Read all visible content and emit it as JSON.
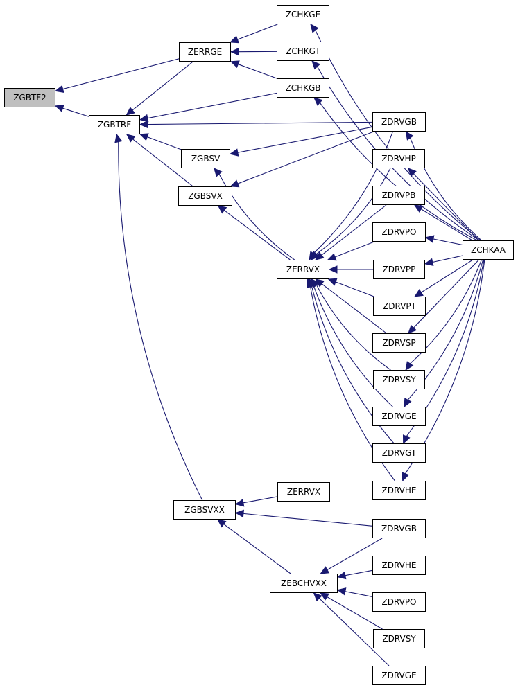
{
  "diagram": {
    "type": "call-graph",
    "edge_color": "#191970",
    "root_fill": "#bfbfbf",
    "node_fill": "#ffffff",
    "nodes": [
      {
        "id": "n0",
        "label": "ZGBTF2",
        "root": true
      },
      {
        "id": "n1",
        "label": "ZERRGE"
      },
      {
        "id": "n2",
        "label": "ZGBTRF"
      },
      {
        "id": "n3",
        "label": "ZCHKGE"
      },
      {
        "id": "n4",
        "label": "ZCHKGT"
      },
      {
        "id": "n5",
        "label": "ZCHKGB"
      },
      {
        "id": "n6",
        "label": "ZCHKAA"
      },
      {
        "id": "n7",
        "label": "ZDRVGB"
      },
      {
        "id": "n8",
        "label": "ZGBSV"
      },
      {
        "id": "n9",
        "label": "ZGBSVX"
      },
      {
        "id": "n10",
        "label": "ZERRVX"
      },
      {
        "id": "n11",
        "label": "ZDRVHP"
      },
      {
        "id": "n12",
        "label": "ZDRVPB"
      },
      {
        "id": "n13",
        "label": "ZDRVPO"
      },
      {
        "id": "n14",
        "label": "ZDRVPP"
      },
      {
        "id": "n15",
        "label": "ZDRVPT"
      },
      {
        "id": "n16",
        "label": "ZDRVSP"
      },
      {
        "id": "n17",
        "label": "ZDRVSY"
      },
      {
        "id": "n18",
        "label": "ZDRVGE"
      },
      {
        "id": "n19",
        "label": "ZDRVGT"
      },
      {
        "id": "n20",
        "label": "ZDRVHE"
      },
      {
        "id": "n21",
        "label": "ZGBSVXX"
      },
      {
        "id": "n22",
        "label": "ZERRVX"
      },
      {
        "id": "n23",
        "label": "ZDRVGB"
      },
      {
        "id": "n24",
        "label": "ZEBCHVXX"
      },
      {
        "id": "n25",
        "label": "ZDRVHE"
      },
      {
        "id": "n26",
        "label": "ZDRVPO"
      },
      {
        "id": "n27",
        "label": "ZDRVSY"
      },
      {
        "id": "n28",
        "label": "ZDRVGE"
      }
    ],
    "edges": [
      [
        "n1",
        "n0"
      ],
      [
        "n2",
        "n0"
      ],
      [
        "n3",
        "n1"
      ],
      [
        "n4",
        "n1"
      ],
      [
        "n5",
        "n1"
      ],
      [
        "n6",
        "n3"
      ],
      [
        "n6",
        "n4"
      ],
      [
        "n6",
        "n5"
      ],
      [
        "n1",
        "n2"
      ],
      [
        "n5",
        "n2"
      ],
      [
        "n7",
        "n2"
      ],
      [
        "n8",
        "n2"
      ],
      [
        "n9",
        "n2"
      ],
      [
        "n21",
        "n2"
      ],
      [
        "n7",
        "n8"
      ],
      [
        "n10",
        "n8"
      ],
      [
        "n7",
        "n9"
      ],
      [
        "n10",
        "n9"
      ],
      [
        "n6",
        "n7"
      ],
      [
        "n6",
        "n11"
      ],
      [
        "n6",
        "n12"
      ],
      [
        "n6",
        "n13"
      ],
      [
        "n6",
        "n14"
      ],
      [
        "n6",
        "n15"
      ],
      [
        "n6",
        "n16"
      ],
      [
        "n6",
        "n17"
      ],
      [
        "n6",
        "n18"
      ],
      [
        "n6",
        "n19"
      ],
      [
        "n6",
        "n20"
      ],
      [
        "n7",
        "n10"
      ],
      [
        "n11",
        "n10"
      ],
      [
        "n12",
        "n10"
      ],
      [
        "n13",
        "n10"
      ],
      [
        "n14",
        "n10"
      ],
      [
        "n15",
        "n10"
      ],
      [
        "n16",
        "n10"
      ],
      [
        "n17",
        "n10"
      ],
      [
        "n18",
        "n10"
      ],
      [
        "n19",
        "n10"
      ],
      [
        "n20",
        "n10"
      ],
      [
        "n22",
        "n21"
      ],
      [
        "n23",
        "n21"
      ],
      [
        "n24",
        "n21"
      ],
      [
        "n23",
        "n24"
      ],
      [
        "n25",
        "n24"
      ],
      [
        "n26",
        "n24"
      ],
      [
        "n27",
        "n24"
      ],
      [
        "n28",
        "n24"
      ]
    ]
  }
}
